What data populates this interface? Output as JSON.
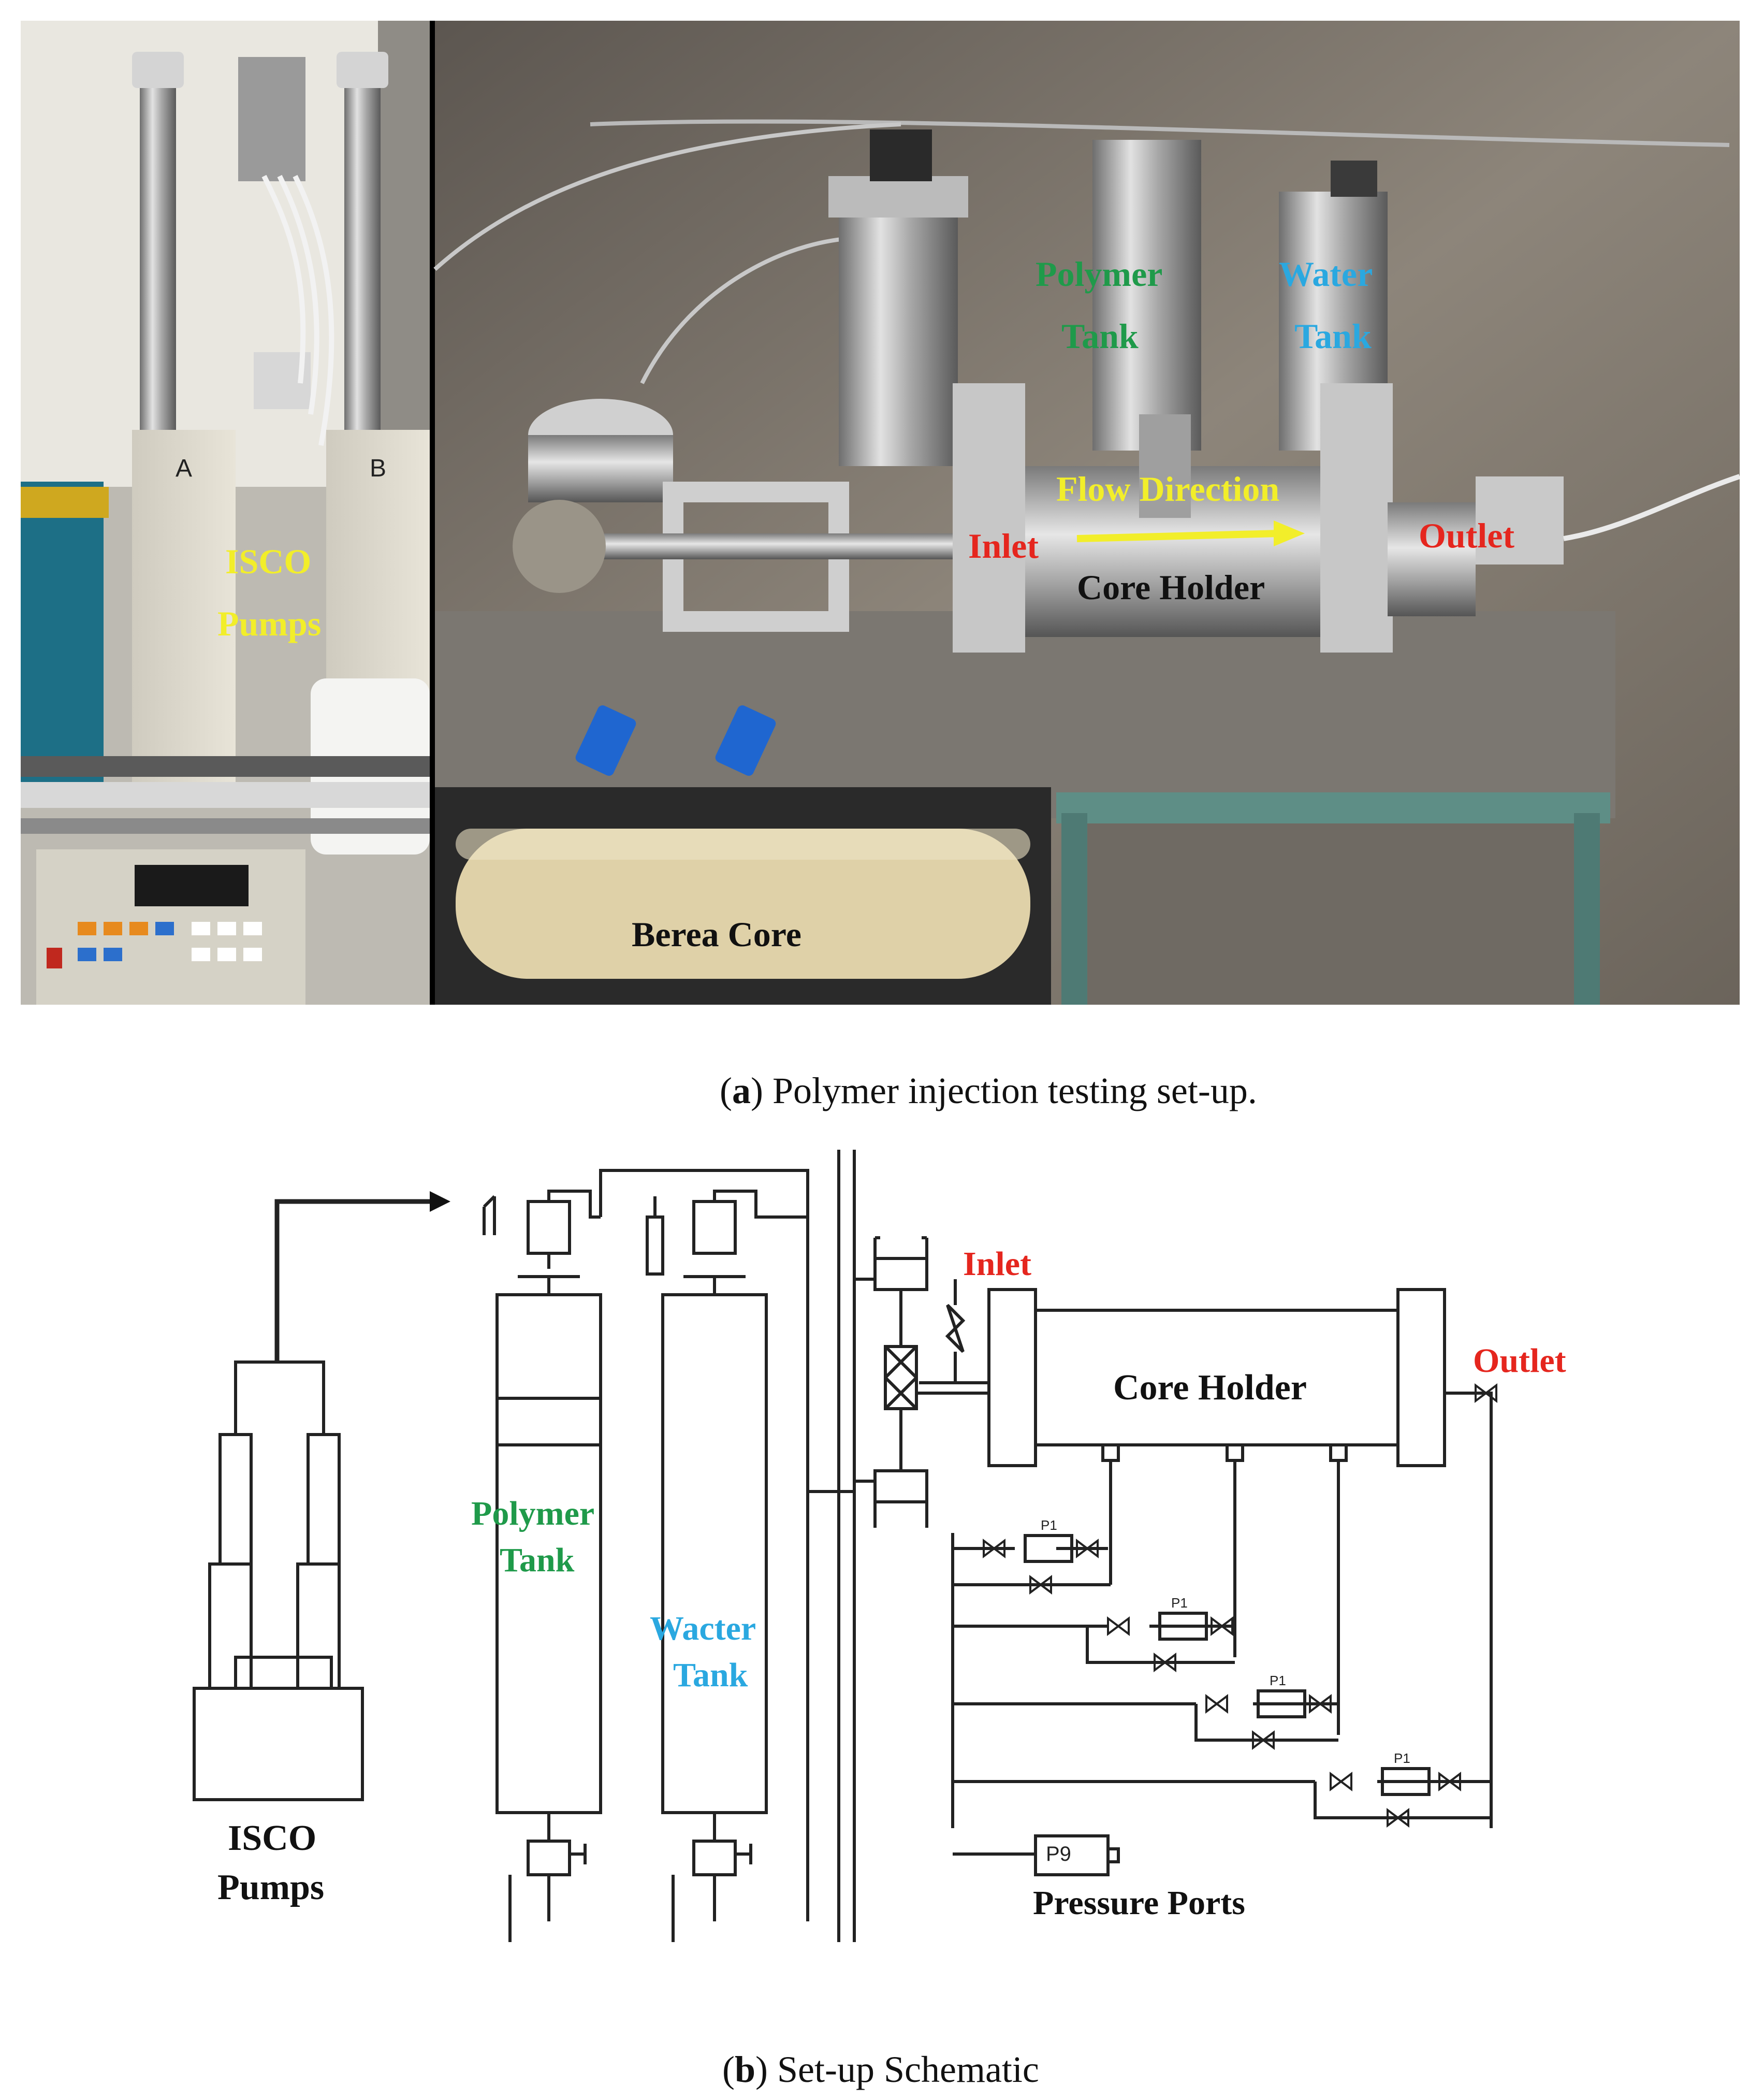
{
  "photo": {
    "labels": {
      "isco_line1": "ISCO",
      "isco_line2": "Pumps",
      "polymer_line1": "Polymer",
      "polymer_line2": "Tank",
      "water_line1": "Water",
      "water_line2": "Tank",
      "flow_direction": "Flow Direction",
      "inlet": "Inlet",
      "outlet": "Outlet",
      "core_holder": "Core Holder",
      "berea_core": "Berea Core",
      "pump_a": "A",
      "pump_b": "B"
    }
  },
  "caption_a": {
    "letter": "a",
    "text": ") Polymer injection testing set-up."
  },
  "schematic": {
    "labels": {
      "inlet": "Inlet",
      "outlet": "Outlet",
      "core_holder": "Core Holder",
      "polymer_line1": "Polymer",
      "polymer_line2": "Tank",
      "water_line1": "Wacter",
      "water_line2": "Tank",
      "isco_line1": "ISCO",
      "isco_line2": "Pumps",
      "pressure_ports": "Pressure Ports",
      "gauge": "P9",
      "transducer_tag": "P1"
    }
  },
  "caption_b": {
    "letter": "b",
    "text": ") Set-up Schematic"
  },
  "colors": {
    "yellow": "#f2ee2a",
    "red": "#e5261e",
    "green": "#1f9a4a",
    "blue": "#2aa8e0",
    "black": "#111111"
  }
}
